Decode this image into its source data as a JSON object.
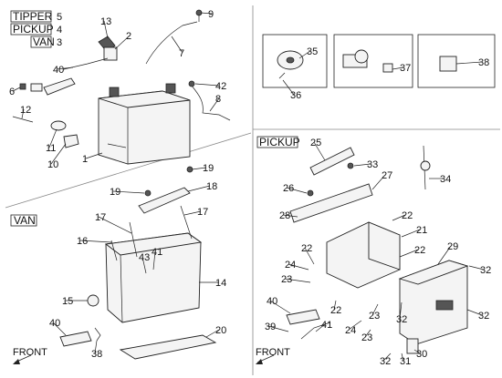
{
  "legend": {
    "tipper": "TIPPER",
    "pickup": "PICKUP",
    "van": "VAN",
    "tipper_num": "5",
    "pickup_num": "4",
    "van_num": "3"
  },
  "sections": {
    "van": "VAN",
    "pickup": "PICKUP"
  },
  "front": {
    "van": "FRONT",
    "pickup": "FRONT"
  },
  "callouts": [
    {
      "label": "13",
      "name": "callout-13"
    },
    {
      "label": "9",
      "name": "callout-9"
    },
    {
      "label": "2",
      "name": "callout-2"
    },
    {
      "label": "7",
      "name": "callout-7"
    },
    {
      "label": "40",
      "name": "callout-40-top"
    },
    {
      "label": "6",
      "name": "callout-6"
    },
    {
      "label": "42",
      "name": "callout-42"
    },
    {
      "label": "8",
      "name": "callout-8"
    },
    {
      "label": "12",
      "name": "callout-12"
    },
    {
      "label": "11",
      "name": "callout-11"
    },
    {
      "label": "10",
      "name": "callout-10"
    },
    {
      "label": "1",
      "name": "callout-1"
    },
    {
      "label": "35",
      "name": "callout-35"
    },
    {
      "label": "36",
      "name": "callout-36"
    },
    {
      "label": "37",
      "name": "callout-37"
    },
    {
      "label": "38",
      "name": "callout-38-top"
    },
    {
      "label": "19",
      "name": "callout-19-right"
    },
    {
      "label": "19",
      "name": "callout-19-left"
    },
    {
      "label": "18",
      "name": "callout-18"
    },
    {
      "label": "17",
      "name": "callout-17-left"
    },
    {
      "label": "17",
      "name": "callout-17-right"
    },
    {
      "label": "16",
      "name": "callout-16"
    },
    {
      "label": "43",
      "name": "callout-43"
    },
    {
      "label": "41",
      "name": "callout-41-van"
    },
    {
      "label": "14",
      "name": "callout-14"
    },
    {
      "label": "15",
      "name": "callout-15"
    },
    {
      "label": "40",
      "name": "callout-40-van"
    },
    {
      "label": "20",
      "name": "callout-20"
    },
    {
      "label": "38",
      "name": "callout-38-van"
    },
    {
      "label": "25",
      "name": "callout-25"
    },
    {
      "label": "33",
      "name": "callout-33"
    },
    {
      "label": "27",
      "name": "callout-27"
    },
    {
      "label": "26",
      "name": "callout-26"
    },
    {
      "label": "34",
      "name": "callout-34"
    },
    {
      "label": "28",
      "name": "callout-28"
    },
    {
      "label": "22",
      "name": "callout-22-a"
    },
    {
      "label": "21",
      "name": "callout-21"
    },
    {
      "label": "22",
      "name": "callout-22-b"
    },
    {
      "label": "22",
      "name": "callout-22-c"
    },
    {
      "label": "29",
      "name": "callout-29"
    },
    {
      "label": "24",
      "name": "callout-24-a"
    },
    {
      "label": "23",
      "name": "callout-23-a"
    },
    {
      "label": "32",
      "name": "callout-32-a"
    },
    {
      "label": "40",
      "name": "callout-40-pickup"
    },
    {
      "label": "22",
      "name": "callout-22-d"
    },
    {
      "label": "32",
      "name": "callout-32-b"
    },
    {
      "label": "32",
      "name": "callout-32-c"
    },
    {
      "label": "39",
      "name": "callout-39"
    },
    {
      "label": "41",
      "name": "callout-41-pickup"
    },
    {
      "label": "24",
      "name": "callout-24-b"
    },
    {
      "label": "23",
      "name": "callout-23-b"
    },
    {
      "label": "23",
      "name": "callout-23-c"
    },
    {
      "label": "32",
      "name": "callout-32-d"
    },
    {
      "label": "31",
      "name": "callout-31"
    },
    {
      "label": "30",
      "name": "callout-30"
    }
  ]
}
